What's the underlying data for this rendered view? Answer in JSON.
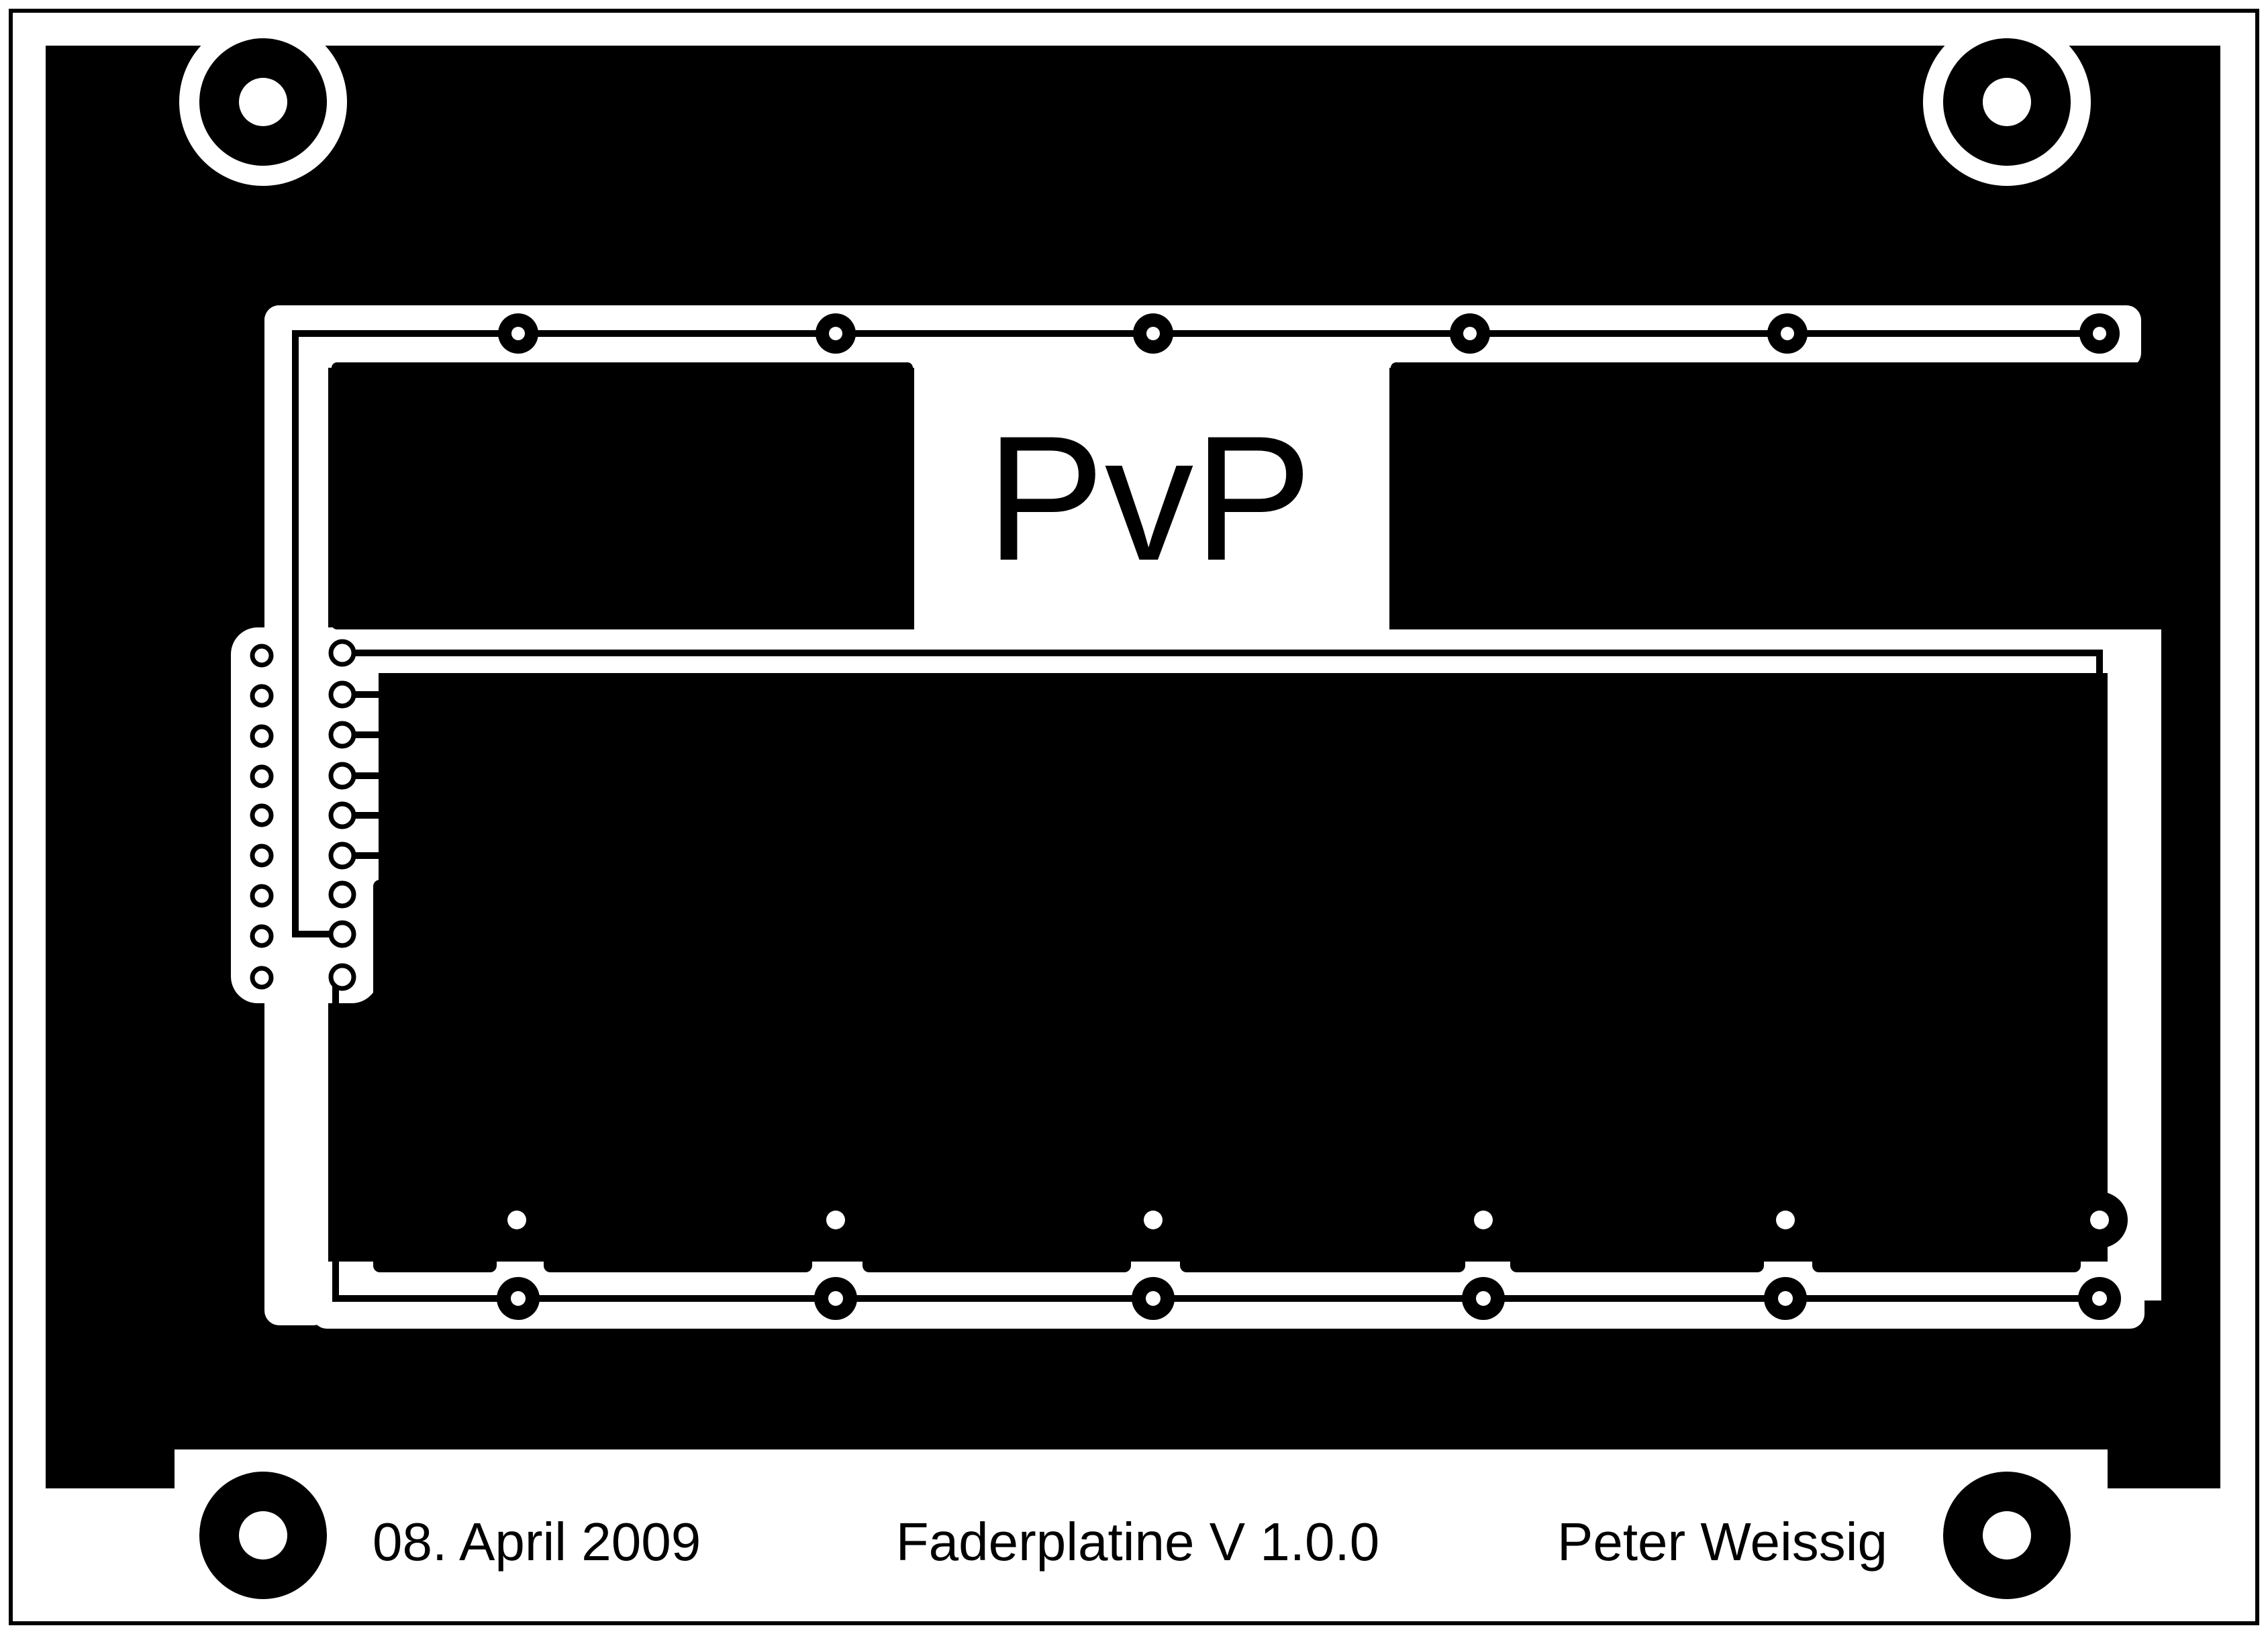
{
  "board": {
    "logo_text": "PvP",
    "footer": {
      "date": "08. April 2009",
      "title": "Faderplatine V 1.0.0",
      "author": "Peter Weissig"
    },
    "colors": {
      "copper": "#000000",
      "background": "#ffffff"
    },
    "counts": {
      "mounting_holes": 4,
      "faders": 6,
      "connector_pins": 18
    }
  }
}
